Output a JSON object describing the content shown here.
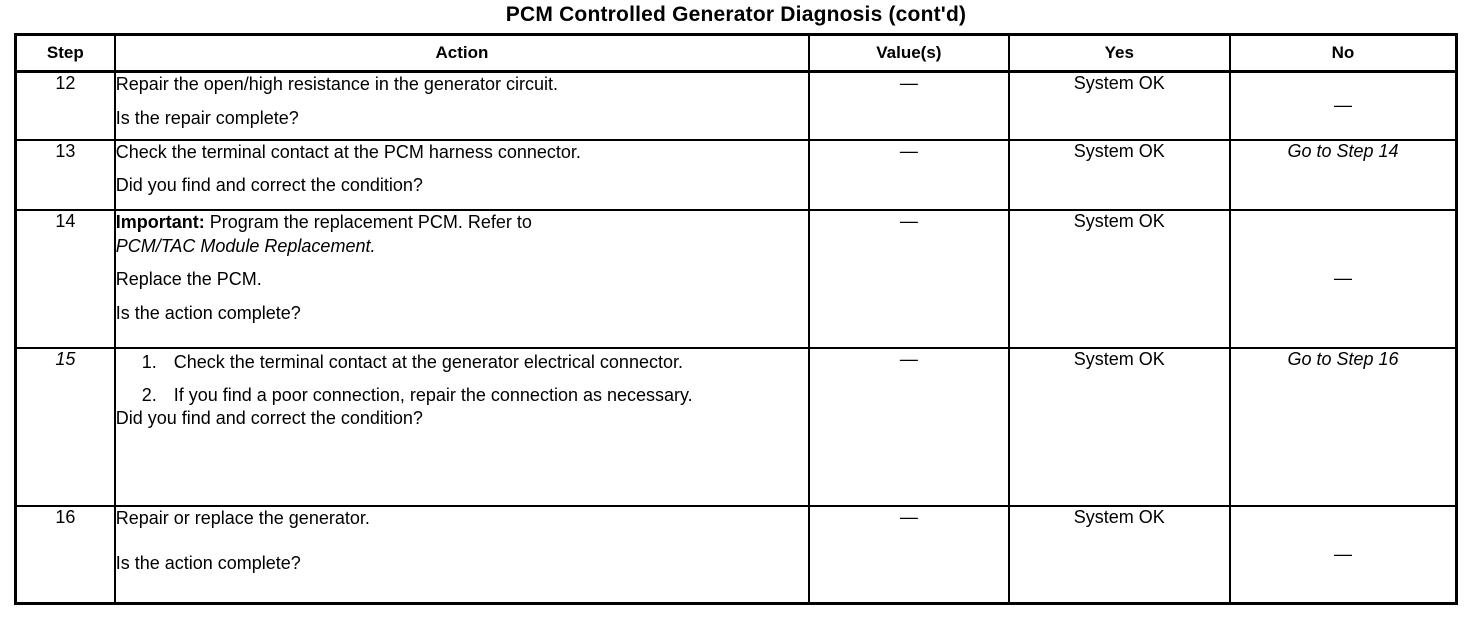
{
  "document": {
    "title": "PCM Controlled Generator Diagnosis (cont'd)"
  },
  "table": {
    "headers": {
      "step": "Step",
      "action": "Action",
      "value": "Value(s)",
      "yes": "Yes",
      "no": "No"
    },
    "rows": [
      {
        "step": "12",
        "action_lines": [
          "Repair the open/high resistance in the generator circuit.",
          "Is the repair complete?"
        ],
        "value": "—",
        "yes": "System OK",
        "no": "—"
      },
      {
        "step": "13",
        "action_lines": [
          "Check the terminal contact at the PCM harness connector.",
          "Did you find and correct the condition?"
        ],
        "value": "—",
        "yes": "System OK",
        "no": "Go to Step 14"
      },
      {
        "step": "14",
        "important_label": "Important:",
        "important_text": "Program the replacement PCM. Refer to",
        "italic_ref": "PCM/TAC Module Replacement.",
        "action_lines": [
          "Replace the PCM.",
          "Is the action complete?"
        ],
        "value": "—",
        "yes": "System OK",
        "no": "—"
      },
      {
        "step": "15",
        "list_items": [
          "Check the terminal contact at the generator electrical connector.",
          "If you find a poor connection, repair the connection as necessary."
        ],
        "action_lines": [
          "Did you find and correct the condition?"
        ],
        "value": "—",
        "yes": "System OK",
        "no": "Go to Step 16"
      },
      {
        "step": "16",
        "action_lines": [
          "Repair or replace the generator.",
          "Is the action complete?"
        ],
        "value": "—",
        "yes": "System OK",
        "no": "—"
      }
    ]
  }
}
